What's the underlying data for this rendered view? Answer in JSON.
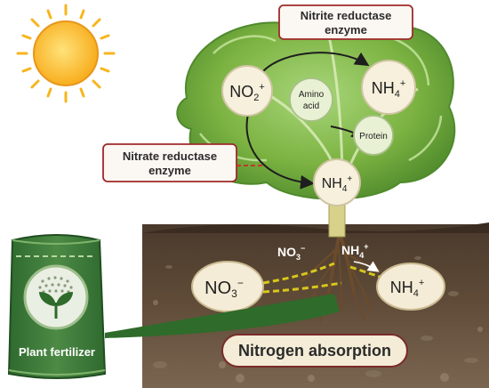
{
  "labels": {
    "nitrite_reductase_line1": "Nitrite reductase",
    "nitrite_reductase_line2": "enzyme",
    "nitrate_reductase_line1": "Nitrate reductase",
    "nitrate_reductase_line2": "enzyme",
    "no2_base": "NO",
    "no2_sub": "2",
    "no2_sup": "+",
    "nh4_base": "NH",
    "nh4_sub": "4",
    "nh4_sup": "+",
    "amino_line1": "Amino",
    "amino_line2": "acid",
    "protein": "Protein",
    "no3_base": "NO",
    "no3_sub": "3",
    "no3_sup": "−",
    "fertilizer": "Plant fertilizer",
    "nitrogen_absorption": "Nitrogen absorption"
  },
  "colors": {
    "label_border": "#9e2a2a",
    "arrow": "#1e1e1e",
    "dashed_yellow": "#d8c71a",
    "dashed_red": "#c0392b",
    "bag_green": "#3f7a3a",
    "sun": "#f7b51e",
    "leaf": "#7cb342"
  },
  "icons": {
    "sun": "sun-icon",
    "seedling": "seedling-icon"
  }
}
